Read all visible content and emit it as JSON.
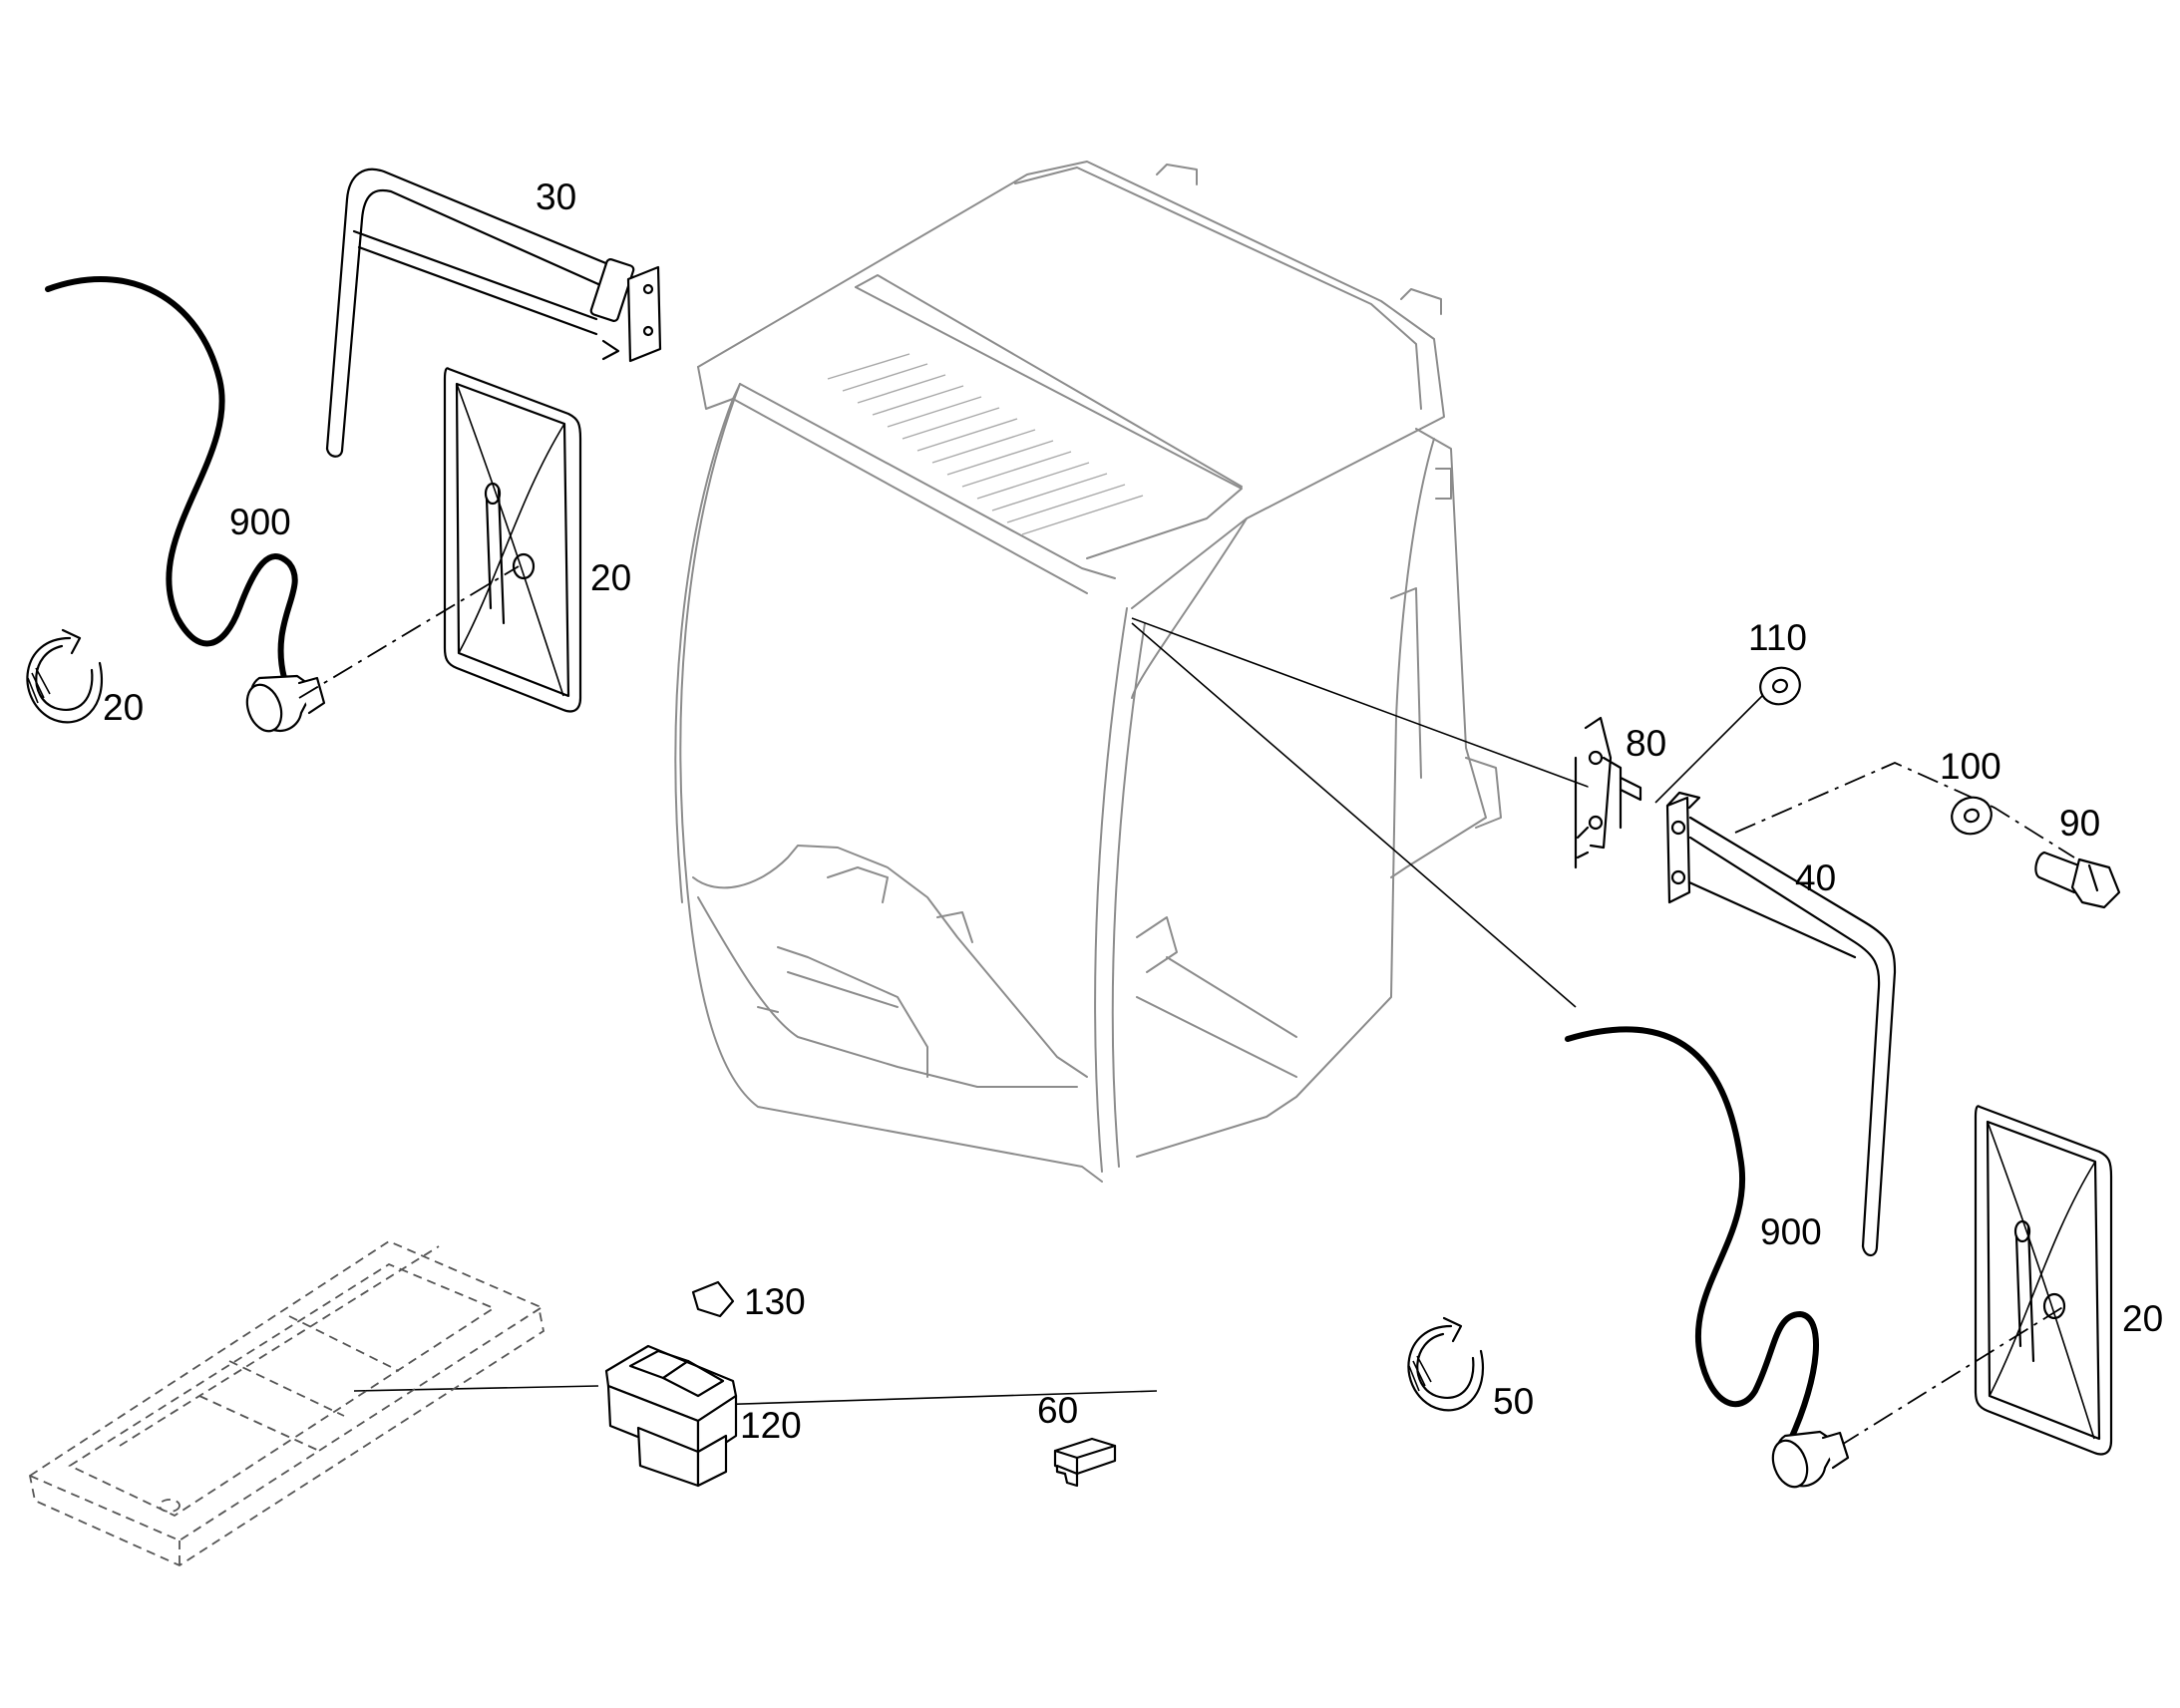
{
  "diagram": {
    "callouts": {
      "c30": "30",
      "c900_left": "900",
      "c20_mirror_left": "20",
      "c20_clamp_left": "20",
      "c110": "110",
      "c80": "80",
      "c100": "100",
      "c90": "90",
      "c40": "40",
      "c900_right": "900",
      "c20_mirror_right": "20",
      "c130": "130",
      "c120": "120",
      "c60": "60",
      "c50": "50"
    }
  }
}
